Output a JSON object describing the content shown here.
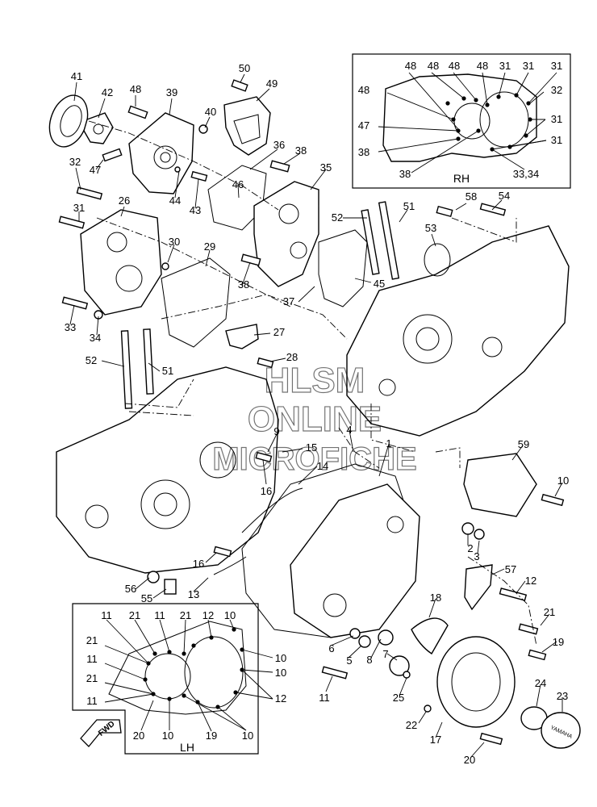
{
  "inset_rh": {
    "title": "RH"
  },
  "inset_lh": {
    "title": "LH"
  },
  "fwd_arrow": {
    "label": "FWD"
  },
  "watermark": {
    "line1": "HLSM",
    "line2": "ONLINE",
    "line3": "MICROFICHE"
  },
  "badge": {
    "brand_text": "YAMAHA"
  },
  "callouts": [
    "41",
    "48",
    "39",
    "42",
    "47",
    "40",
    "50",
    "49",
    "36",
    "38",
    "35",
    "32",
    "46",
    "44",
    "43",
    "31",
    "26",
    "30",
    "29",
    "33",
    "34",
    "52",
    "51",
    "58",
    "54",
    "53",
    "45",
    "38",
    "37",
    "27",
    "28",
    "52",
    "51",
    "9",
    "15",
    "14",
    "4",
    "1",
    "59",
    "10",
    "16",
    "2",
    "3",
    "57",
    "12",
    "16",
    "13",
    "56",
    "55",
    "18",
    "21",
    "6",
    "5",
    "8",
    "7",
    "19",
    "11",
    "25",
    "22",
    "24",
    "23",
    "17",
    "20",
    "48",
    "48",
    "48",
    "48",
    "31",
    "31",
    "31",
    "48",
    "32",
    "31",
    "47",
    "31",
    "38",
    "38",
    "33,34",
    "11",
    "21",
    "11",
    "21",
    "12",
    "10",
    "21",
    "10",
    "11",
    "10",
    "21",
    "12",
    "11",
    "20",
    "10",
    "19",
    "10"
  ]
}
